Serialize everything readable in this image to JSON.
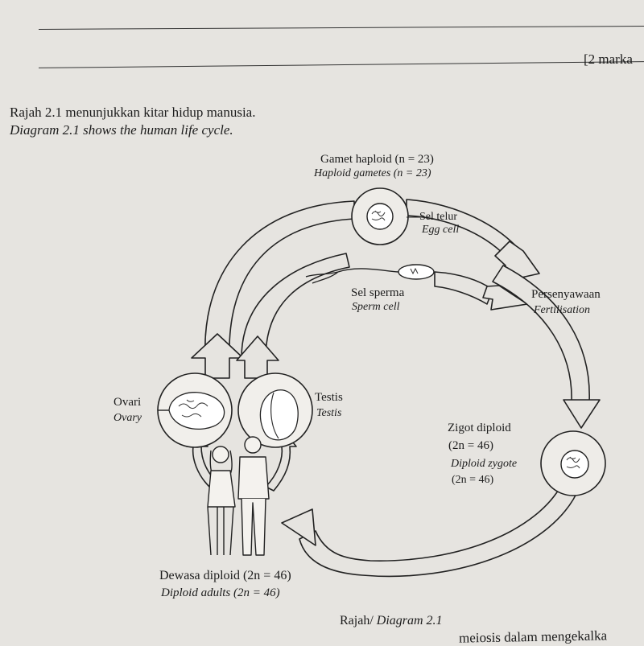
{
  "header": {
    "marks_label": "[2 marka"
  },
  "question": {
    "title_ms": "Rajah 2.1 menunjukkan kitar hidup manusia.",
    "title_en": "Diagram 2.1 shows the human life cycle."
  },
  "diagram": {
    "gametes_ms": "Gamet haploid (n = 23)",
    "gametes_en": "Haploid gametes (n = 23)",
    "egg_ms": "Sel telur",
    "egg_en": "Egg cell",
    "sperm_ms": "Sel sperma",
    "sperm_en": "Sperm cell",
    "fert_ms": "Persenyawaan",
    "fert_en": "Fertilisation",
    "ovary_ms": "Ovari",
    "ovary_en": "Ovary",
    "testis_ms": "Testis",
    "testis_en": "Testis",
    "zygote_ms": "Zigot diploid",
    "zygote_ms_n": "(2n = 46)",
    "zygote_en": "Diploid zygote",
    "zygote_en_n": "(2n = 46)",
    "adults_ms": "Dewasa diploid (2n = 46)",
    "adults_en": "Diploid adults (2n = 46)"
  },
  "caption": {
    "ms": "Rajah/",
    "en": "Diagram 2.1"
  },
  "footer_fragment": "meiosis dalam mengekalka"
}
